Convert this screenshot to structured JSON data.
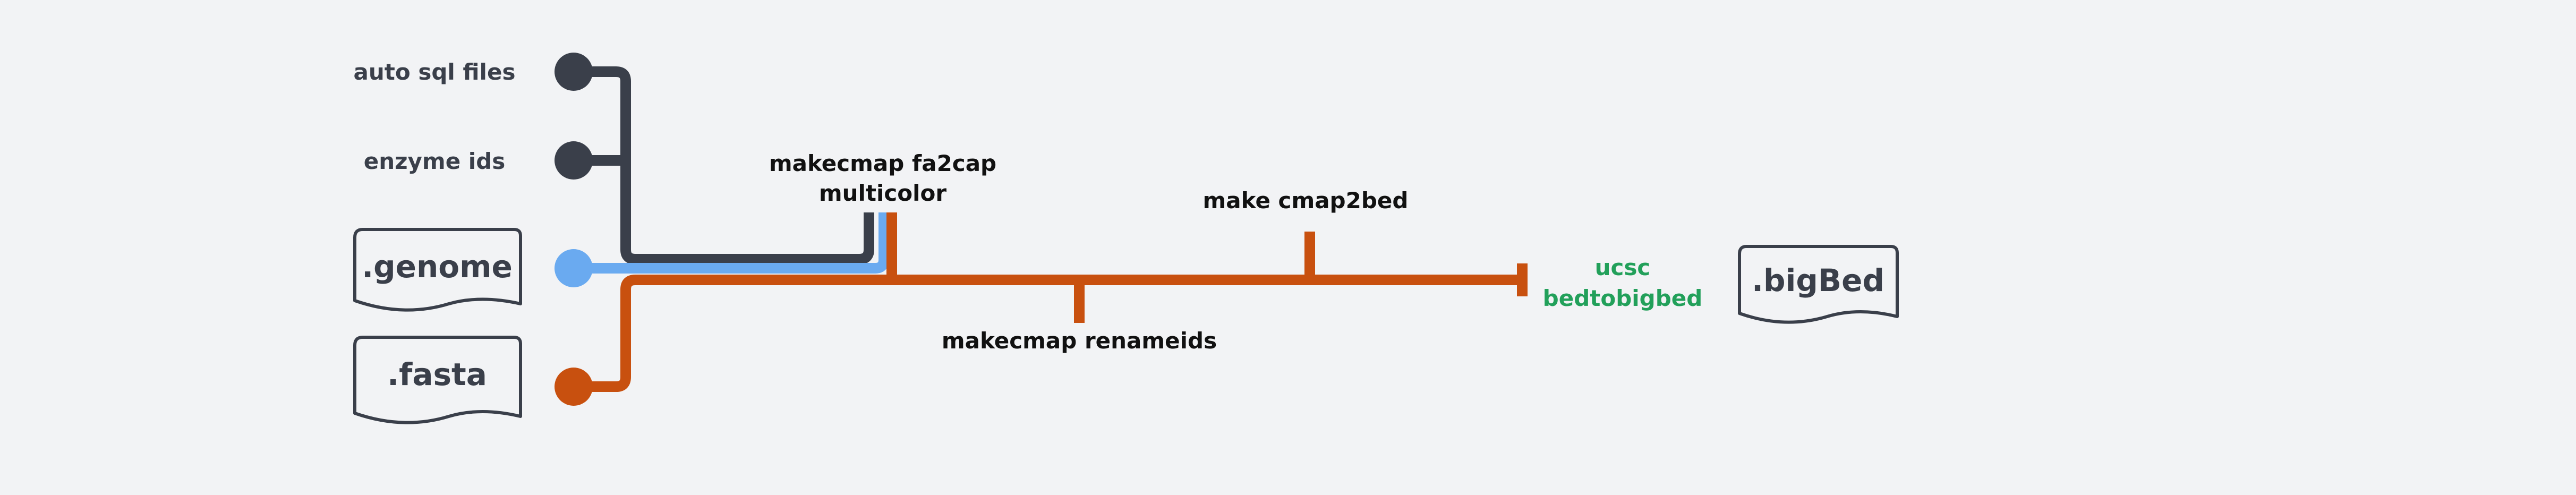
{
  "inputs": [
    {
      "label": "auto sql files"
    },
    {
      "label": "enzyme ids"
    },
    {
      "label": ".genome"
    },
    {
      "label": ".fasta"
    }
  ],
  "steps": [
    {
      "line1": "makecmap fa2cap",
      "line2": "multicolor"
    },
    {
      "line1": "makecmap renameids"
    },
    {
      "line1": "make cmap2bed"
    }
  ],
  "output_tool": {
    "line1": "ucsc",
    "line2": "bedtobigbed"
  },
  "output_file": {
    "label": ".bigBed"
  },
  "colors": {
    "background": "#f2f3f5",
    "dark": "#3a3f4a",
    "blue": "#6aaaf0",
    "orange": "#c8500f",
    "green": "#22a05a",
    "label": "#111111"
  }
}
